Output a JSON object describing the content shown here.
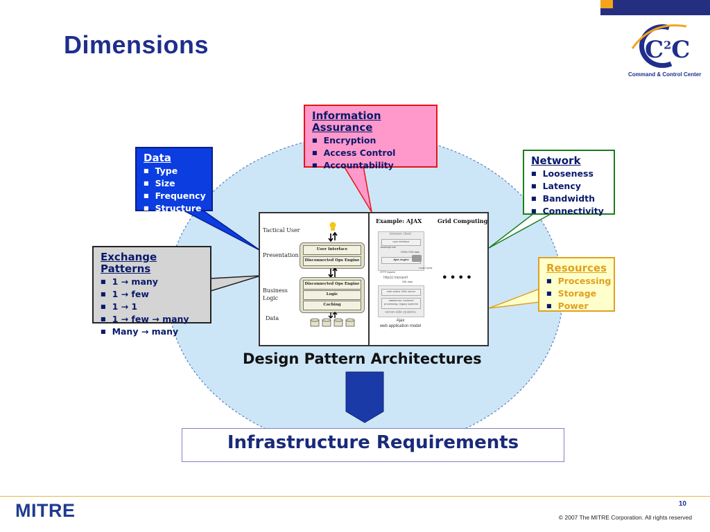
{
  "slide": {
    "title": "Dimensions",
    "page_number": "10",
    "copyright": "© 2007 The MITRE Corporation. All rights reserved",
    "footer_logo": "MITRE"
  },
  "logo": {
    "mark": "C",
    "mark_sub": "C",
    "superscript": "2",
    "caption": "Command & Control Center"
  },
  "callouts": {
    "data": {
      "title": "Data",
      "items": [
        "Type",
        "Size",
        "Frequency",
        "Structure"
      ]
    },
    "information_assurance": {
      "title_line1": "Information",
      "title_line2": "Assurance",
      "items": [
        "Encryption",
        "Access Control",
        "Accountability"
      ]
    },
    "network": {
      "title": "Network",
      "items": [
        "Looseness",
        "Latency",
        "Bandwidth",
        "Connectivity"
      ]
    },
    "resources": {
      "title": "Resources",
      "items": [
        "Processing",
        "Storage",
        "Power"
      ]
    },
    "exchange_patterns": {
      "title": "Exchange Patterns",
      "items": [
        "1 → many",
        "1 → few",
        "1 → 1",
        "1 → few → many",
        "Many → many"
      ]
    }
  },
  "diagram": {
    "left_labels": {
      "tactical_user": "Tactical User",
      "presentation": "Presentation",
      "business_logic_1": "Business",
      "business_logic_2": "Logic",
      "data": "Data"
    },
    "presentation_layers": [
      "User Interface",
      "Disconnected Ops Engine"
    ],
    "logic_layers": [
      "Disconnected Ops Engine",
      "Logic",
      "Caching"
    ],
    "example_label": "Example: AJAX",
    "grid_label": "Grid Computing",
    "ajax": {
      "browser_client": "browser client",
      "user_interface": "user interface",
      "javascript_call": "JavaScript call",
      "html_css_data": "HTML+CSS data",
      "ajax_engine": "Ajax engine",
      "http_request": "HTTP request",
      "http_transport": "http(s) transport",
      "xml_data": "XML data",
      "web_server": "web and/or XML server",
      "datastores": "datastores, backend processing, legacy systems",
      "server_side": "server-side systems",
      "caption_1": "Ajax",
      "caption_2": "web application model",
      "local_cache": "Local Cache"
    },
    "ellipsis": "● ● ● ●"
  },
  "captions": {
    "design_patterns": "Design Pattern Architectures",
    "infrastructure": "Infrastructure Requirements"
  },
  "colors": {
    "title_blue": "#1f2e8c",
    "ellipse_fill": "#cce6f7",
    "arrow_blue": "#1a3aa8"
  }
}
